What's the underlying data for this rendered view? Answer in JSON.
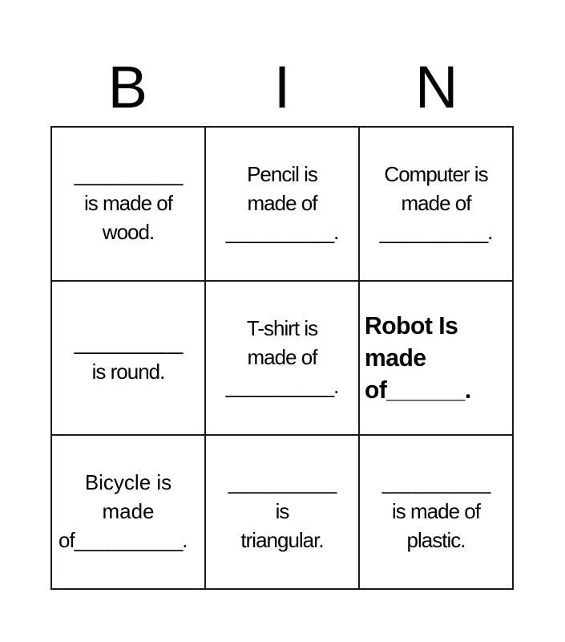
{
  "card": {
    "type": "bingo-card",
    "columns": 3,
    "rows": 3,
    "border_color": "#1a1a1a",
    "background_color": "#ffffff",
    "text_color": "#000000"
  },
  "header": {
    "letters": [
      {
        "label": "B"
      },
      {
        "label": "I"
      },
      {
        "label": "N"
      }
    ]
  },
  "cells": [
    {
      "id": "cell-1",
      "row": 1,
      "column": 1,
      "column_letter": "B",
      "text": "__________\nis made of\nwood.",
      "plain_text": "__________ is made of wood.",
      "answer_blank": true,
      "emphasis": "normal",
      "align": "center"
    },
    {
      "id": "cell-2",
      "row": 1,
      "column": 2,
      "column_letter": "I",
      "text": "Pencil is\nmade of\n__________.",
      "plain_text": "Pencil is made of __________.",
      "answer_blank": true,
      "emphasis": "normal",
      "align": "center"
    },
    {
      "id": "cell-3",
      "row": 1,
      "column": 3,
      "column_letter": "N",
      "text": "Computer is\nmade of\n__________.",
      "plain_text": "Computer is made of __________.",
      "answer_blank": true,
      "emphasis": "normal",
      "align": "center"
    },
    {
      "id": "cell-4",
      "row": 2,
      "column": 1,
      "column_letter": "B",
      "text": "__________\nis round.",
      "plain_text": "__________ is round.",
      "answer_blank": true,
      "emphasis": "normal",
      "align": "center"
    },
    {
      "id": "cell-5",
      "row": 2,
      "column": 2,
      "column_letter": "I",
      "text": "T-shirt is\nmade of\n__________.",
      "plain_text": "T-shirt is made of __________.",
      "answer_blank": true,
      "emphasis": "normal",
      "align": "center"
    },
    {
      "id": "cell-6",
      "row": 2,
      "column": 3,
      "column_letter": "N",
      "text": "Robot Is made of______.",
      "plain_text": "Robot Is made of______.",
      "answer_blank": true,
      "emphasis": "bold",
      "align": "left"
    },
    {
      "id": "cell-7",
      "row": 3,
      "column": 1,
      "column_letter": "B",
      "line_1": "Bicycle is",
      "line_2": "made",
      "line_3": "of__________.",
      "plain_text": "Bicycle is made of__________.",
      "answer_blank": true,
      "emphasis": "normal",
      "align": "center-left-last"
    },
    {
      "id": "cell-8",
      "row": 3,
      "column": 2,
      "column_letter": "I",
      "text": "__________\nis\ntriangular.",
      "plain_text": "__________ is triangular.",
      "answer_blank": true,
      "emphasis": "normal",
      "align": "center"
    },
    {
      "id": "cell-9",
      "row": 3,
      "column": 3,
      "column_letter": "N",
      "text": "__________\nis made of\nplastic.",
      "plain_text": "__________ is made of plastic.",
      "answer_blank": true,
      "emphasis": "normal",
      "align": "center"
    }
  ]
}
